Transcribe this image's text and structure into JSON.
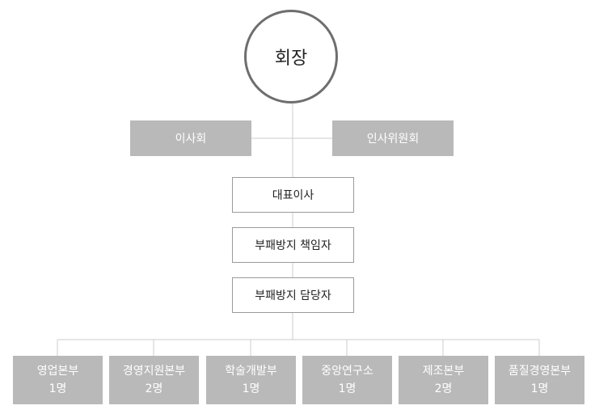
{
  "chairman": {
    "label": "회장"
  },
  "side_boxes": [
    {
      "label": "이사회"
    },
    {
      "label": "인사위원회"
    }
  ],
  "chain": [
    {
      "label": "대표이사"
    },
    {
      "label": "부패방지 책임자"
    },
    {
      "label": "부패방지 담당자"
    }
  ],
  "divisions": [
    {
      "name": "영업본부",
      "count": "1명"
    },
    {
      "name": "경영지원본부",
      "count": "2명"
    },
    {
      "name": "학술개발부",
      "count": "1명"
    },
    {
      "name": "중앙연구소",
      "count": "1명"
    },
    {
      "name": "제조본부",
      "count": "2명"
    },
    {
      "name": "품질경영본부",
      "count": "1명"
    }
  ],
  "colors": {
    "box_gray": "#b9b9b9",
    "line": "#cccccc",
    "circle_border": "#6e6e6e"
  }
}
